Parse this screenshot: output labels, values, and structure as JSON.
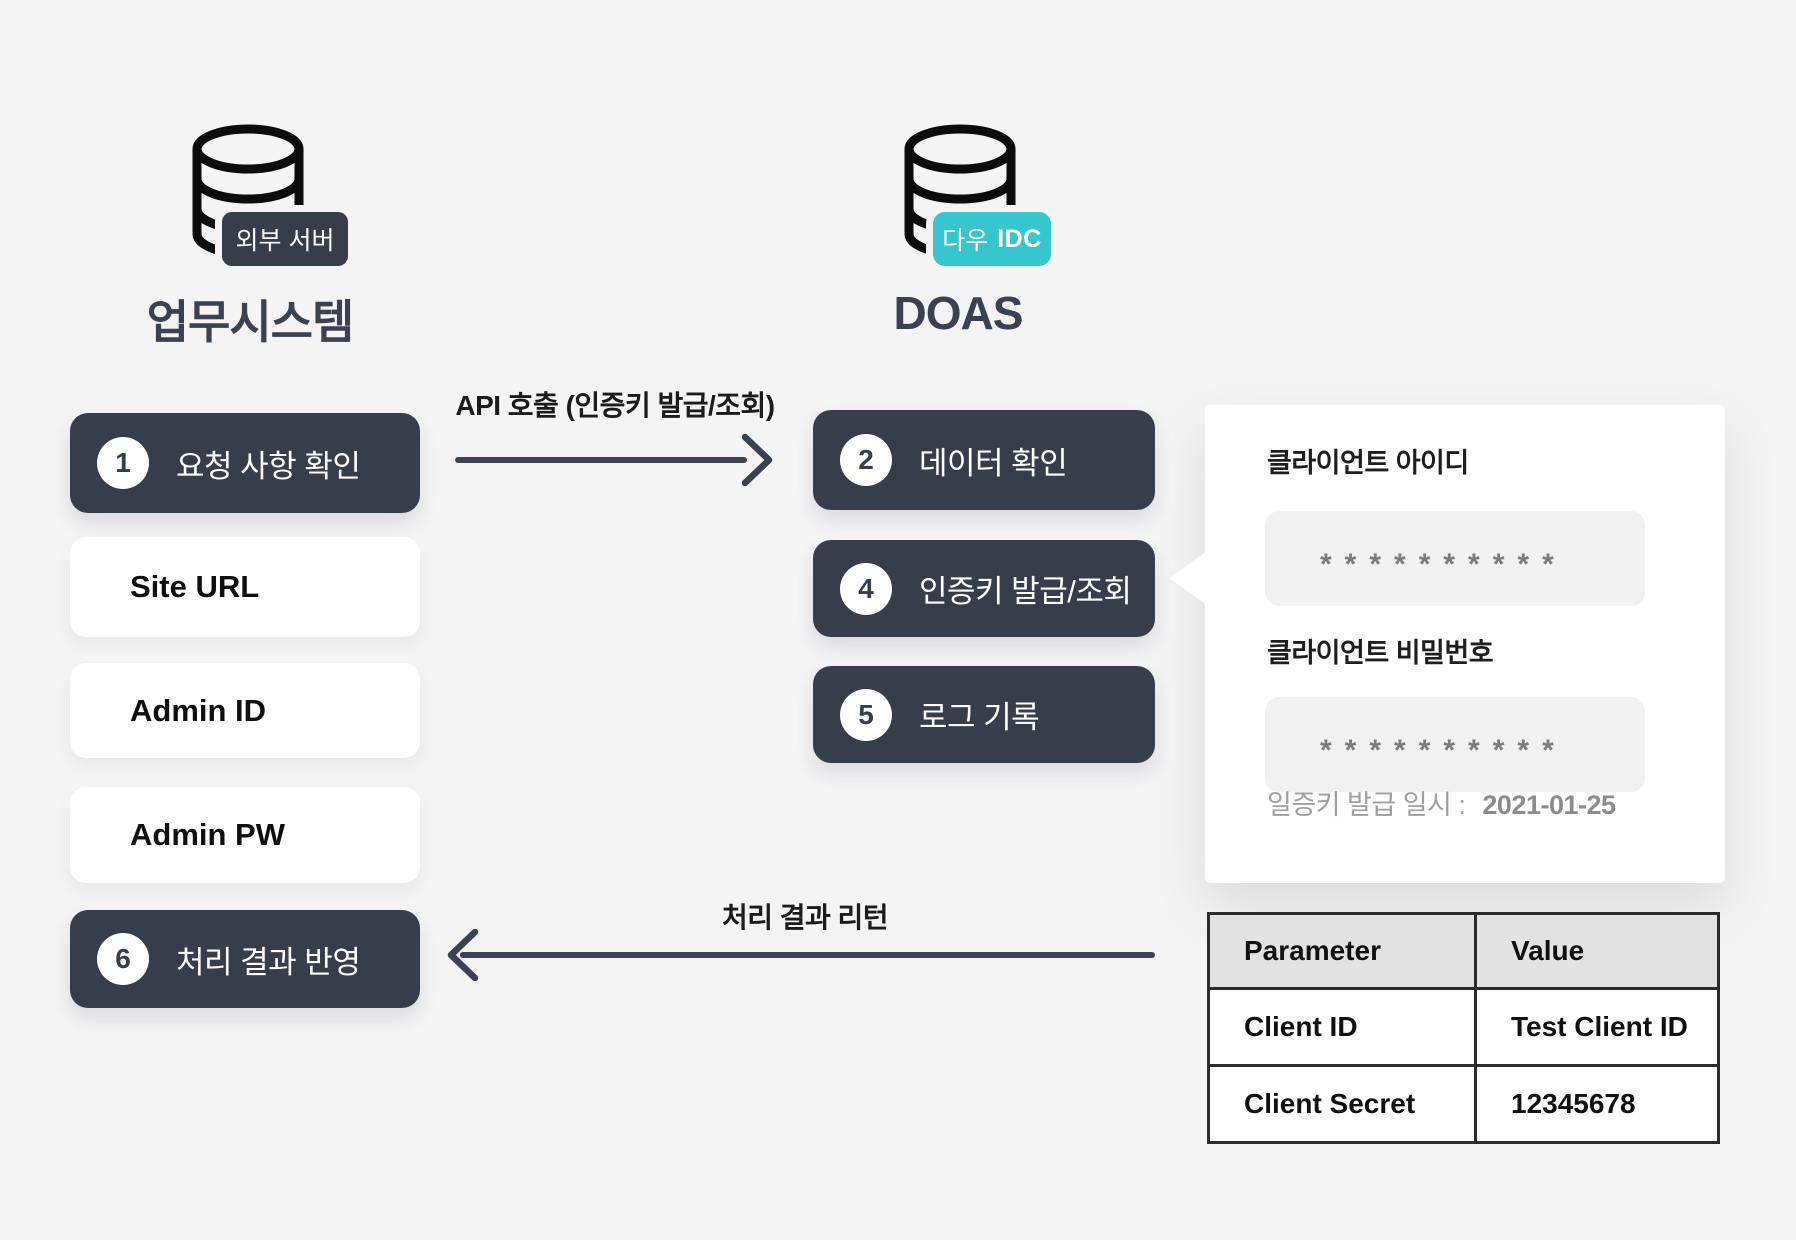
{
  "colors": {
    "background": "#f4f4f5",
    "dark_slate": "#363d4b",
    "teal_accent": "#35c6ce",
    "table_header_bg": "#e2e2e2",
    "input_bg": "#f1f1f2"
  },
  "external_system": {
    "badge": "외부 서버",
    "title": "업무시스템"
  },
  "doas_system": {
    "badge_prefix": "다우",
    "badge_suffix": "IDC",
    "title": "DOAS"
  },
  "left_column": [
    {
      "number": "1",
      "label": "요청 사항 확인"
    },
    {
      "label": "Site URL"
    },
    {
      "label": "Admin ID"
    },
    {
      "label": "Admin PW"
    },
    {
      "number": "6",
      "label": "처리 결과 반영"
    }
  ],
  "right_column": [
    {
      "number": "2",
      "label": "데이터 확인"
    },
    {
      "number": "4",
      "label": "인증키 발급/조회"
    },
    {
      "number": "5",
      "label": "로그 기록"
    }
  ],
  "arrows": {
    "request_label": "API 호출 (인증키 발급/조회)",
    "response_label": "처리 결과 리턴"
  },
  "key_panel": {
    "client_id_label": "클라이언트 아이디",
    "client_id_value": "**********",
    "client_secret_label": "클라이언트 비밀번호",
    "client_secret_value": "**********",
    "issue_date_label": "일증키 발급 일시 :",
    "issue_date_value": "2021-01-25"
  },
  "result_table": {
    "headers": [
      "Parameter",
      "Value"
    ],
    "rows": [
      [
        "Client ID",
        "Test Client ID"
      ],
      [
        "Client Secret",
        "12345678"
      ]
    ]
  }
}
